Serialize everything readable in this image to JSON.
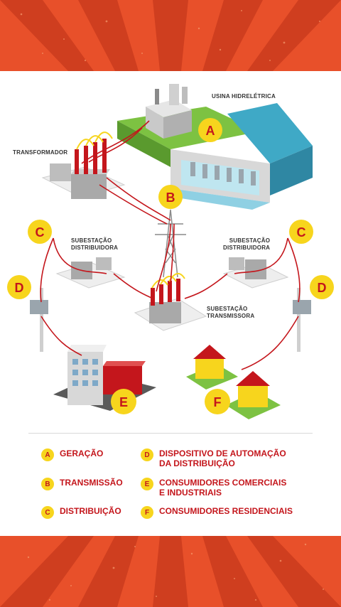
{
  "diagram": {
    "labels": {
      "usina": "USINA HIDRELÉTRICA",
      "transformador": "TRANSFORMADOR",
      "sub_distribuidora_left_1": "SUBESTAÇÃO",
      "sub_distribuidora_left_2": "DISTRIBUIDORA",
      "sub_distribuidora_right_1": "SUBESTAÇÃO",
      "sub_distribuidora_right_2": "DISTRIBUIDORA",
      "sub_transmissora_1": "SUBESTAÇÃO",
      "sub_transmissora_2": "TRANSMISSORA"
    },
    "markers": {
      "a": "A",
      "b": "B",
      "c_left": "C",
      "c_right": "C",
      "d_left": "D",
      "d_right": "D",
      "e": "E",
      "f": "F"
    },
    "colors": {
      "badge": "#f7d51d",
      "badge_text": "#c4161c",
      "line": "#c4161c",
      "water": "#3fa9c6",
      "grass": "#7dc242",
      "header": "#e8502a"
    }
  },
  "legend": [
    {
      "letter": "A",
      "line1": "GERAÇÃO",
      "line2": ""
    },
    {
      "letter": "B",
      "line1": "TRANSMISSÃO",
      "line2": ""
    },
    {
      "letter": "C",
      "line1": "DISTRIBUIÇÃO",
      "line2": ""
    },
    {
      "letter": "D",
      "line1": "DISPOSITIVO DE AUTOMAÇÃO",
      "line2": "DA DISTRIBUIÇÃO"
    },
    {
      "letter": "E",
      "line1": "CONSUMIDORES COMERCIAIS",
      "line2": "E INDUSTRIAIS"
    },
    {
      "letter": "F",
      "line1": "CONSUMIDORES RESIDENCIAIS",
      "line2": ""
    }
  ]
}
